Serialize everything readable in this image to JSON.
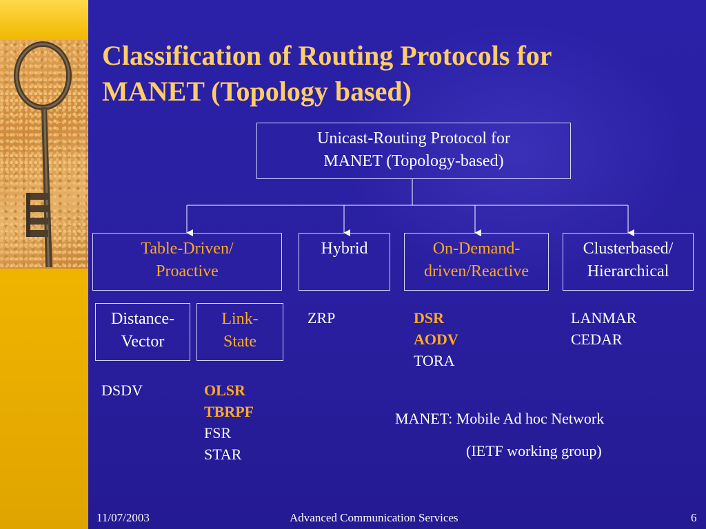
{
  "title_line1": "Classification of Routing Protocols for",
  "title_line2": "MANET  (Topology based)",
  "root": {
    "line1": "Unicast-Routing Protocol for",
    "line2": "MANET  (Topology-based)"
  },
  "categories": {
    "table_driven": {
      "line1": "Table-Driven/",
      "line2": "Proactive"
    },
    "hybrid": {
      "line1": "Hybrid"
    },
    "on_demand": {
      "line1": "On-Demand-",
      "line2": "driven/Reactive"
    },
    "cluster": {
      "line1": "Clusterbased/",
      "line2": "Hierarchical"
    }
  },
  "subcategories": {
    "distance_vector": {
      "line1": "Distance-",
      "line2": "Vector"
    },
    "link_state": {
      "line1": "Link-",
      "line2": "State"
    }
  },
  "protocols": {
    "distance_vector": [
      "DSDV"
    ],
    "link_state_highlight": [
      "OLSR",
      "TBRPF"
    ],
    "link_state": [
      "FSR",
      "STAR"
    ],
    "hybrid": [
      "ZRP"
    ],
    "on_demand_highlight": [
      "DSR",
      "AODV"
    ],
    "on_demand": [
      "TORA"
    ],
    "cluster": [
      "LANMAR",
      "CEDAR"
    ]
  },
  "note": {
    "line1": "MANET: Mobile Ad hoc Network",
    "line2": "(IETF working group)"
  },
  "footer": {
    "date": "11/07/2003",
    "course": "Advanced Communication Services",
    "page": "6"
  },
  "colors": {
    "background": "#2a1fa0",
    "title": "#ffcc66",
    "highlight": "#ffaa22",
    "stripe": "#f2b800"
  }
}
